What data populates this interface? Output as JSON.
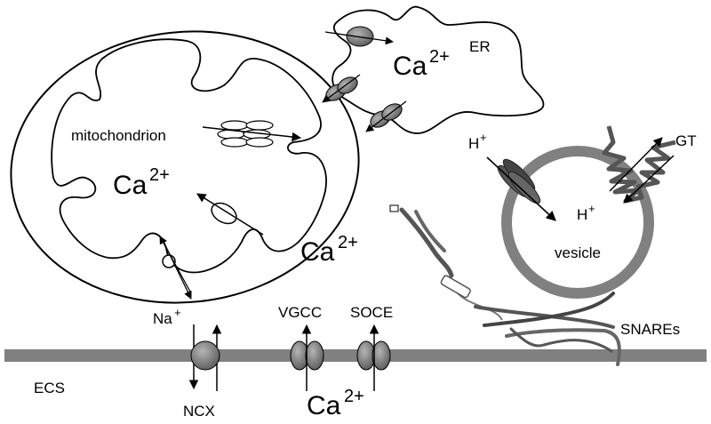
{
  "labels": {
    "mitochondrion": "mitochondrion",
    "er": "ER",
    "gt": "GT",
    "vesicle": "vesicle",
    "snares": "SNAREs",
    "ecs": "ECS",
    "ncx": "NCX",
    "vgcc": "VGCC",
    "soce": "SOCE"
  },
  "ions": {
    "calcium_base": "Ca",
    "calcium_charge": "2+",
    "proton_base": "H",
    "proton_charge": "+",
    "sodium_base": "Na",
    "sodium_charge": "+"
  },
  "colors": {
    "membrane": "#808080",
    "channel_fill": "#7a7a7a",
    "protein": "#555555",
    "outline": "#000000"
  }
}
